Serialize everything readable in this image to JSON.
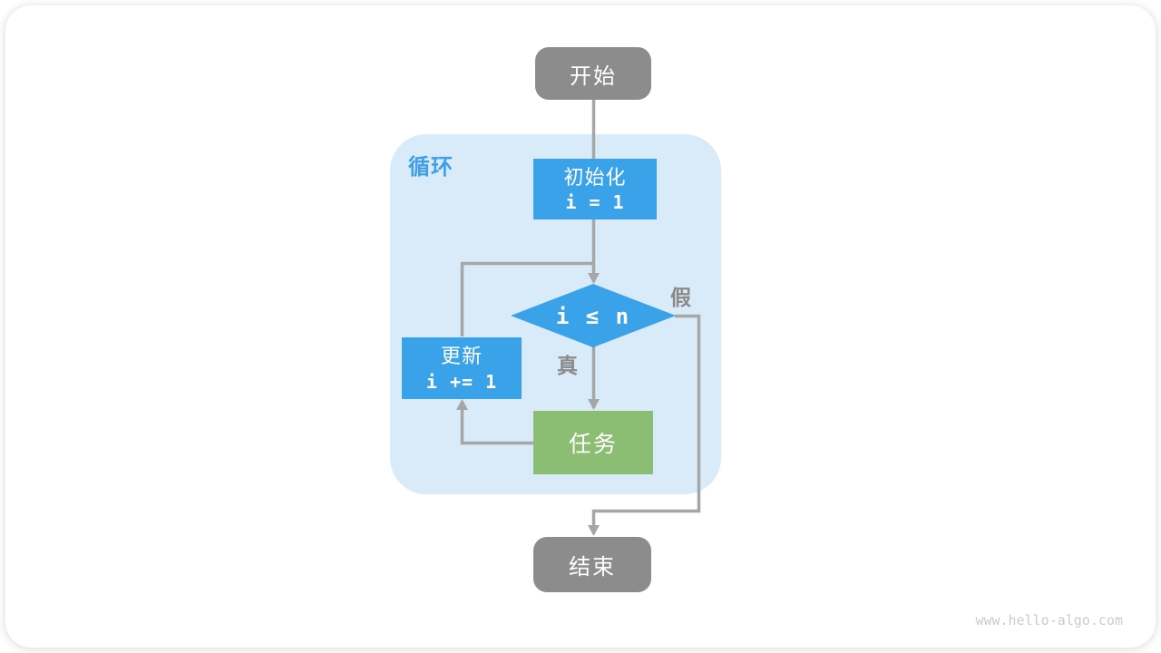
{
  "flowchart": {
    "loop_label": "循环",
    "nodes": {
      "start": {
        "label": "开始"
      },
      "init": {
        "title": "初始化",
        "code": "i = 1"
      },
      "condition": {
        "label": "i ≤ n"
      },
      "update": {
        "title": "更新",
        "code": "i += 1"
      },
      "task": {
        "label": "任务"
      },
      "end": {
        "label": "结束"
      }
    },
    "edge_labels": {
      "true": "真",
      "false": "假"
    },
    "colors": {
      "process_blue": "#3AA2E9",
      "loop_background": "#D9EBF9",
      "loop_label_blue": "#3F9FE8",
      "task_green": "#8BBE72",
      "terminal_gray": "#8C8C8C",
      "arrow_gray": "#A6A6A6",
      "edge_label_gray": "#8A8A8A",
      "watermark_gray": "#CBCBCB"
    }
  },
  "page": {
    "watermark": "www.hello-algo.com"
  }
}
